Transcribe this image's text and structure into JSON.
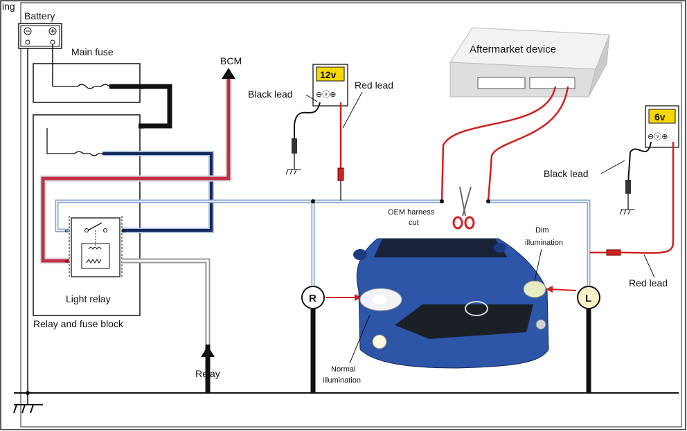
{
  "labels": {
    "top_left": "ing",
    "battery": "Battery",
    "main_fuse": "Main fuse",
    "bcm": "BCM",
    "black_lead_1": "Black lead",
    "red_lead_1": "Red lead",
    "meter_1_value": "12v",
    "aftermarket": "Aftermarket device",
    "meter_2_value": "6v",
    "black_lead_2": "Black lead",
    "red_lead_2": "Red lead",
    "oem_cut_1": "OEM harness",
    "oem_cut_2": "cut",
    "dim_1": "Dim",
    "dim_2": "illumination",
    "normal_1": "Normal",
    "normal_2": "illumination",
    "light_relay": "Light relay",
    "relay_fuse_block": "Relay and fuse block",
    "relay": "Relay",
    "lamp_r": "R",
    "lamp_l": "L"
  },
  "colors": {
    "red_wire": "#c0304a",
    "red_lead": "#d22020",
    "blue_wire": "#15285c",
    "light_blue": "#a9c0e2",
    "meter_display": "#f6d800",
    "car_body": "#2d55a8",
    "device": "#e4e6e8"
  }
}
